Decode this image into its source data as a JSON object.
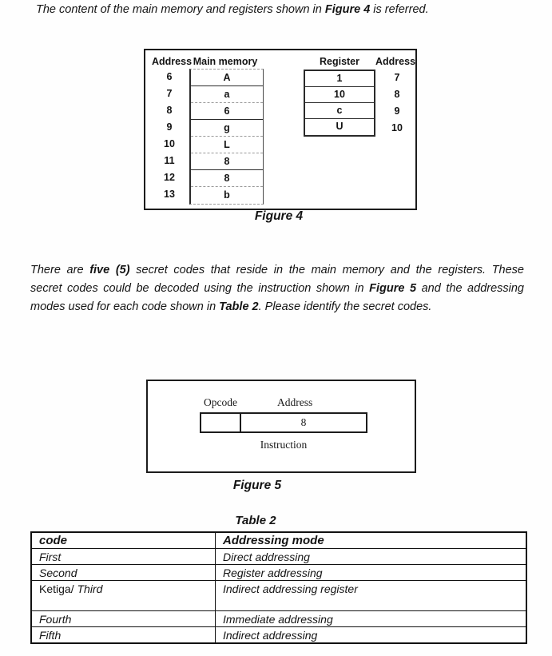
{
  "intro": {
    "part1": "The content of the main memory and registers shown in ",
    "bold": "Figure 4",
    "part2": " is referred."
  },
  "figure4": {
    "caption": "Figure 4",
    "memory": {
      "address_header": "Address",
      "memory_header": "Main memory",
      "rows": [
        {
          "address": "6",
          "value": "A"
        },
        {
          "address": "7",
          "value": "a"
        },
        {
          "address": "8",
          "value": "6"
        },
        {
          "address": "9",
          "value": "g"
        },
        {
          "address": "10",
          "value": "L"
        },
        {
          "address": "11",
          "value": "8"
        },
        {
          "address": "12",
          "value": "8"
        },
        {
          "address": "13",
          "value": "b"
        }
      ]
    },
    "registers": {
      "register_header": "Register",
      "address_header": "Address",
      "rows": [
        {
          "value": "1",
          "address": "7"
        },
        {
          "value": "10",
          "address": "8"
        },
        {
          "value": "c",
          "address": "9"
        },
        {
          "value": "U",
          "address": "10"
        }
      ]
    }
  },
  "paragraph": {
    "line1_a": "There are ",
    "line1_b": "five (5)",
    "line1_c": " secret codes that reside in the main memory and the registers. These",
    "line2_a": "secret codes could be decoded using the instruction shown in ",
    "line2_b": "Figure 5",
    "line2_c": " and the addressing",
    "line3_a": "modes used for each code shown in ",
    "line3_b": "Table 2",
    "line3_c": ". Please identify the secret codes."
  },
  "figure5": {
    "caption": "Figure 5",
    "opcode_label": "Opcode",
    "address_label": "Address",
    "address_value": "8",
    "instruction_label": "Instruction"
  },
  "table2": {
    "caption": "Table 2",
    "headers": {
      "code": "code",
      "mode": "Addressing mode"
    },
    "rows": [
      {
        "code_prefix": "",
        "code": "First",
        "mode": "Direct addressing"
      },
      {
        "code_prefix": "",
        "code": "Second",
        "mode": "Register addressing"
      },
      {
        "code_prefix": "Ketiga/ ",
        "code": "Third",
        "mode": "Indirect addressing register"
      },
      {
        "code_prefix": "",
        "code": "Fourth",
        "mode": "Immediate addressing"
      },
      {
        "code_prefix": "",
        "code": "Fifth",
        "mode": "Indirect addressing"
      }
    ]
  }
}
